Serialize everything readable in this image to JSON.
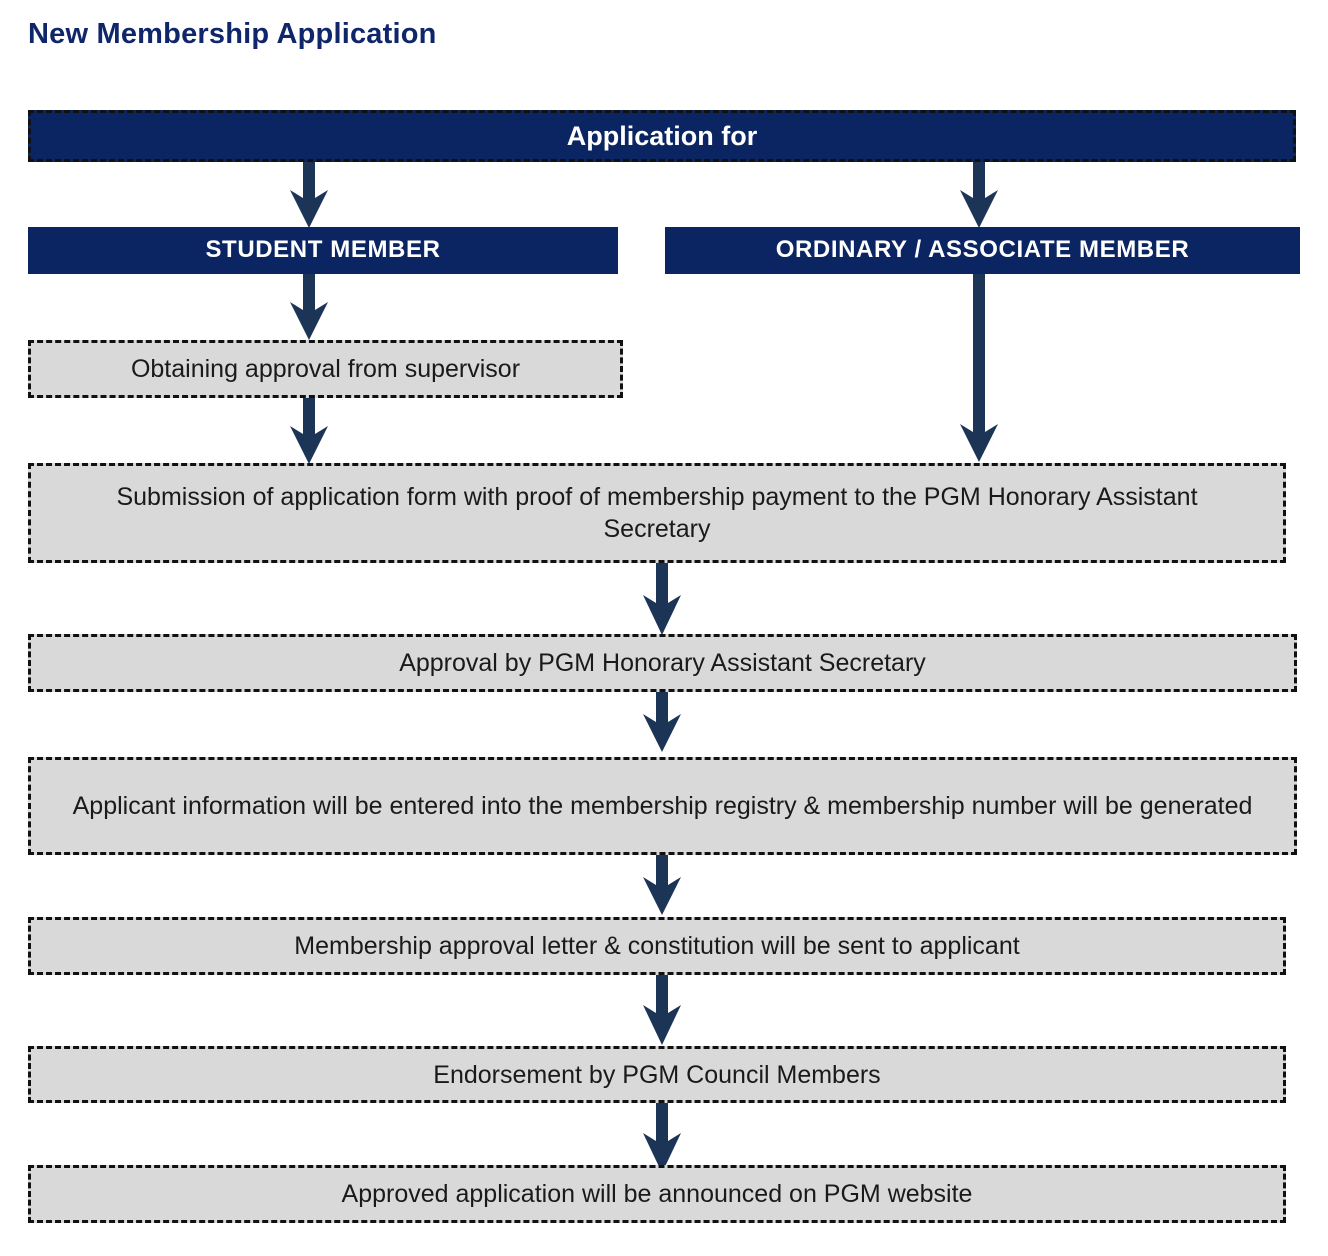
{
  "page": {
    "title": "New Membership Application",
    "title_color": "#10266b"
  },
  "colors": {
    "navy": "#0b2563",
    "gray_fill": "#d9d9d9",
    "border_dash": "#111111",
    "arrow": "#1c3557",
    "text_on_navy": "#ffffff",
    "text_on_gray": "#1a1a1a"
  },
  "flowchart": {
    "type": "flowchart",
    "orientation": "top-down",
    "header": {
      "id": "application-for",
      "label": "Application for",
      "style": "navy-filled-dashed-border"
    },
    "branches": [
      {
        "id": "student-member",
        "label": "STUDENT MEMBER",
        "style": "navy-filled"
      },
      {
        "id": "ordinary-associate-member",
        "label": "ORDINARY / ASSOCIATE MEMBER",
        "style": "navy-filled"
      }
    ],
    "steps": [
      {
        "id": "obtaining-approval-supervisor",
        "label": "Obtaining approval from supervisor",
        "style": "gray-dashed",
        "branch": "student-member"
      },
      {
        "id": "submission-application-form",
        "label": "Submission of application form with proof of membership payment to the PGM Honorary Assistant Secretary",
        "style": "gray-dashed",
        "branch": "merged"
      },
      {
        "id": "approval-honorary-assistant-secretary",
        "label": "Approval by PGM Honorary Assistant Secretary",
        "style": "gray-dashed",
        "branch": "merged"
      },
      {
        "id": "applicant-information-registry",
        "label": "Applicant information will be entered into the membership registry & membership number will be generated",
        "style": "gray-dashed",
        "branch": "merged"
      },
      {
        "id": "membership-approval-letter",
        "label": "Membership approval letter & constitution will be sent to applicant",
        "style": "gray-dashed",
        "branch": "merged"
      },
      {
        "id": "endorsement-pgm-council",
        "label": "Endorsement by PGM Council Members",
        "style": "gray-dashed",
        "branch": "merged"
      },
      {
        "id": "announced-pgm-website",
        "label": "Approved application will be announced on PGM website",
        "style": "gray-dashed",
        "branch": "merged"
      }
    ],
    "connectors": [
      {
        "id": "header-to-student",
        "from": "application-for",
        "to": "student-member"
      },
      {
        "id": "header-to-ordinary",
        "from": "application-for",
        "to": "ordinary-associate-member"
      },
      {
        "id": "student-to-supervisor",
        "from": "student-member",
        "to": "obtaining-approval-supervisor"
      },
      {
        "id": "supervisor-to-submission",
        "from": "obtaining-approval-supervisor",
        "to": "submission-application-form"
      },
      {
        "id": "ordinary-to-submission",
        "from": "ordinary-associate-member",
        "to": "submission-application-form"
      },
      {
        "id": "submission-to-approval",
        "from": "submission-application-form",
        "to": "approval-honorary-assistant-secretary"
      },
      {
        "id": "approval-to-registry",
        "from": "approval-honorary-assistant-secretary",
        "to": "applicant-information-registry"
      },
      {
        "id": "registry-to-letter",
        "from": "applicant-information-registry",
        "to": "membership-approval-letter"
      },
      {
        "id": "letter-to-endorsement",
        "from": "membership-approval-letter",
        "to": "endorsement-pgm-council"
      },
      {
        "id": "endorsement-to-website",
        "from": "endorsement-pgm-council",
        "to": "announced-pgm-website"
      }
    ]
  }
}
